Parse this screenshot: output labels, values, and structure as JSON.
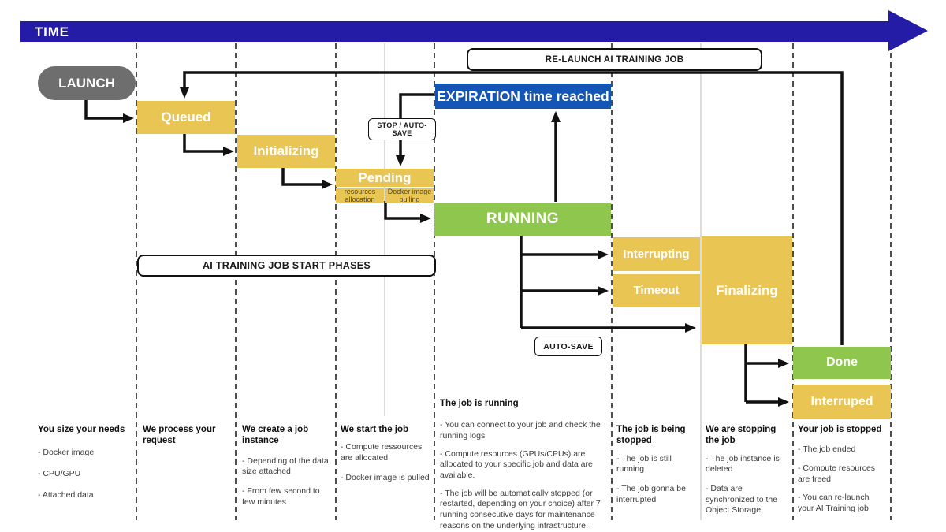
{
  "timeline": {
    "label": "TIME"
  },
  "launch": {
    "label": "LAUNCH"
  },
  "states": {
    "queued": "Queued",
    "initializing": "Initializing",
    "pending": "Pending",
    "pending_sub_left": "resources allocation",
    "pending_sub_right": "Docker image pulling",
    "expiration": "EXPIRATION time reached",
    "running": "RUNNING",
    "interrupting": "Interrupting",
    "timeout": "Timeout",
    "finalizing": "Finalizing",
    "done": "Done",
    "interruped": "Interruped"
  },
  "labels": {
    "relaunch": "RE-LAUNCH AI TRAINING JOB",
    "start_phases": "AI TRAINING JOB START PHASES",
    "stop_autosave": "STOP / AUTO-SAVE",
    "autosave": "AUTO-SAVE"
  },
  "columns": [
    {
      "heading": "You size your needs",
      "items": [
        "- Docker image",
        "- CPU/GPU",
        "- Attached data"
      ]
    },
    {
      "heading": "We process your request",
      "items": []
    },
    {
      "heading": "We create a job instance",
      "items": [
        "- Depending of the data size attached",
        "- From few second to few minutes"
      ]
    },
    {
      "heading": "We start the job",
      "items": [
        "- Compute ressources are allocated",
        "- Docker image is pulled"
      ]
    },
    {
      "heading": "The job is running",
      "items": [
        "- You can connect to your job and check the running logs",
        "- Compute resources (GPUs/CPUs) are allocated to your specific job and data are available.",
        "- The job will be automatically stopped (or restarted, depending on your choice) after 7 running consecutive days for maintenance reasons on the underlying infrastructure."
      ]
    },
    {
      "heading": "The job is being stopped",
      "items": [
        "- The job is still running",
        "- The job gonna be interrupted"
      ]
    },
    {
      "heading": "We are stopping the job",
      "items": [
        "- The job instance is deleted",
        "- Data are synchronized to the Object Storage"
      ]
    },
    {
      "heading": "Your job is stopped",
      "items": [
        "- The job ended",
        "- Compute resources are freed",
        "- You can re-launch your AI Training job"
      ]
    }
  ],
  "colors": {
    "timeline_blue": "#241ca7",
    "state_yellow": "#e9c554",
    "state_green": "#8fc64e",
    "expiration_blue": "#1356b5",
    "launch_gray": "#6e6e6e",
    "arrow_black": "#111111",
    "divider_gray": "#c9c9c9"
  }
}
